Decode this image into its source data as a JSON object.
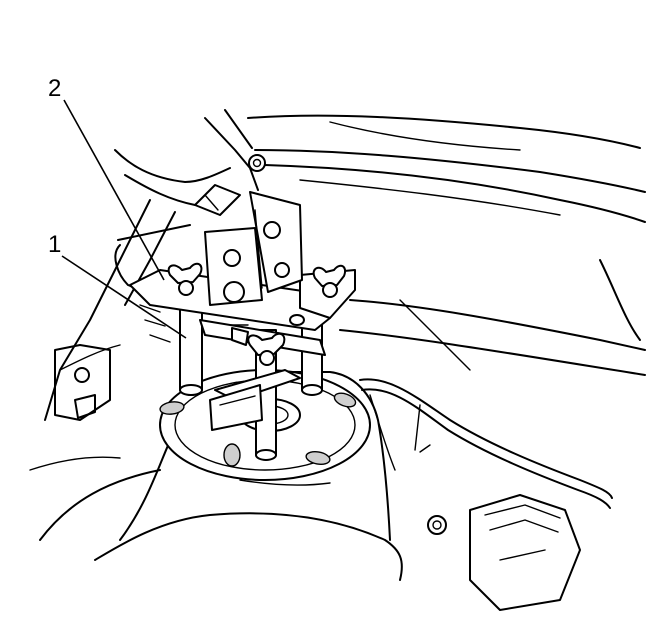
{
  "callouts": [
    {
      "id": "1",
      "label": "1"
    },
    {
      "id": "2",
      "label": "2"
    }
  ],
  "colors": {
    "line": "#000000",
    "background": "#ffffff",
    "fill": "#ffffff",
    "shade": "#cfcfcf"
  }
}
